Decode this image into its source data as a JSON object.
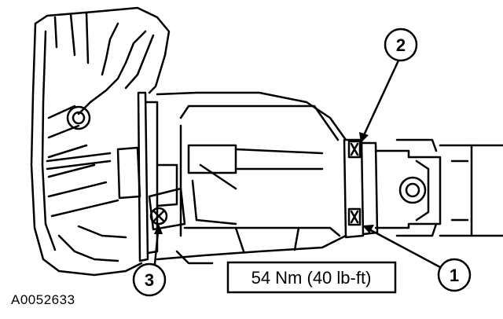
{
  "figure_id": "A0052633",
  "torque_spec": "54 Nm (40 lb-ft)",
  "callouts": [
    {
      "label": "1",
      "meaning": "driveshaft flange bolt (lower)"
    },
    {
      "label": "2",
      "meaning": "driveshaft flange bolt (upper)"
    },
    {
      "label": "3",
      "meaning": "bracket bolt"
    }
  ],
  "colors": {
    "ink": "#000000",
    "paper": "#ffffff"
  }
}
